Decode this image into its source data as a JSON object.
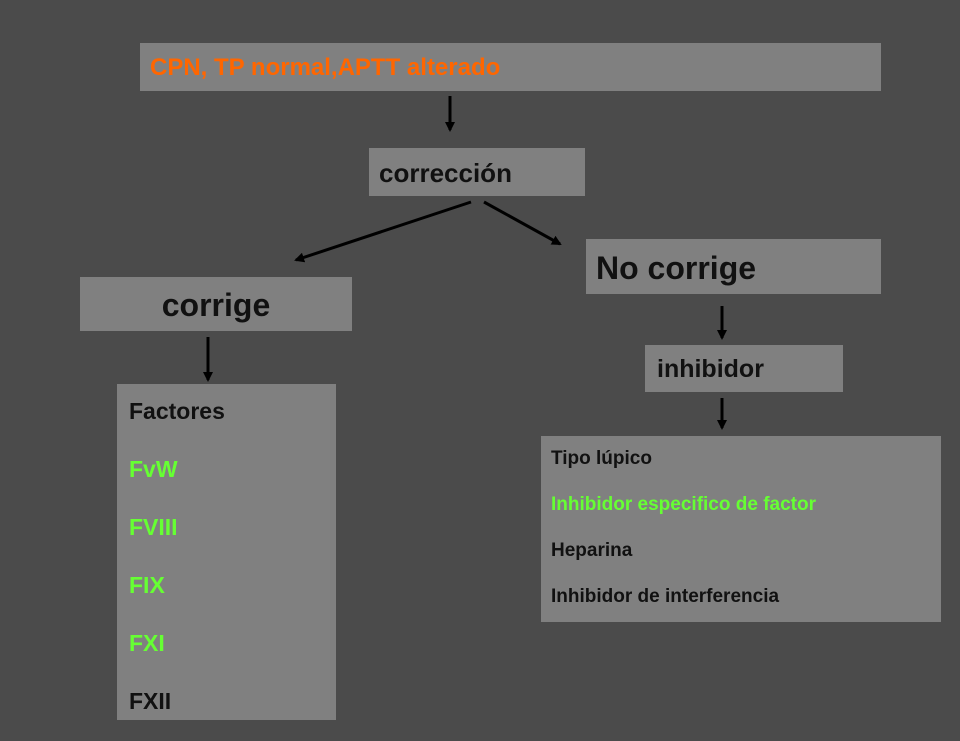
{
  "colors": {
    "background": "#4b4b4b",
    "box": "#808080",
    "text": "#111111",
    "highlight_orange": "#ff6600",
    "highlight_green": "#66ff33",
    "arrow": "#000000"
  },
  "diagram": {
    "header": {
      "text": "CPN, TP normal,APTT alterado",
      "color": "#ff6600"
    },
    "correction_step": {
      "text": "corrección"
    },
    "branch_corrects": {
      "text": "corrige",
      "causes_title": "Factores",
      "causes": [
        {
          "text": "FvW",
          "color": "#66ff33"
        },
        {
          "text": "FVIII",
          "color": "#66ff33"
        },
        {
          "text": "FIX",
          "color": "#66ff33"
        },
        {
          "text": "FXI",
          "color": "#66ff33"
        },
        {
          "text": "FXII",
          "color": "#111111"
        }
      ]
    },
    "branch_no_correction": {
      "text": "No corrige",
      "next_step": {
        "text": "inhibidor"
      },
      "inhibitor_types": [
        {
          "text": "Tipo lúpico",
          "color": "#111111"
        },
        {
          "text": "Inhibidor especifico de factor",
          "color": "#66ff33"
        },
        {
          "text": "Heparina",
          "color": "#111111"
        },
        {
          "text": "Inhibidor de interferencia",
          "color": "#111111"
        }
      ]
    }
  }
}
